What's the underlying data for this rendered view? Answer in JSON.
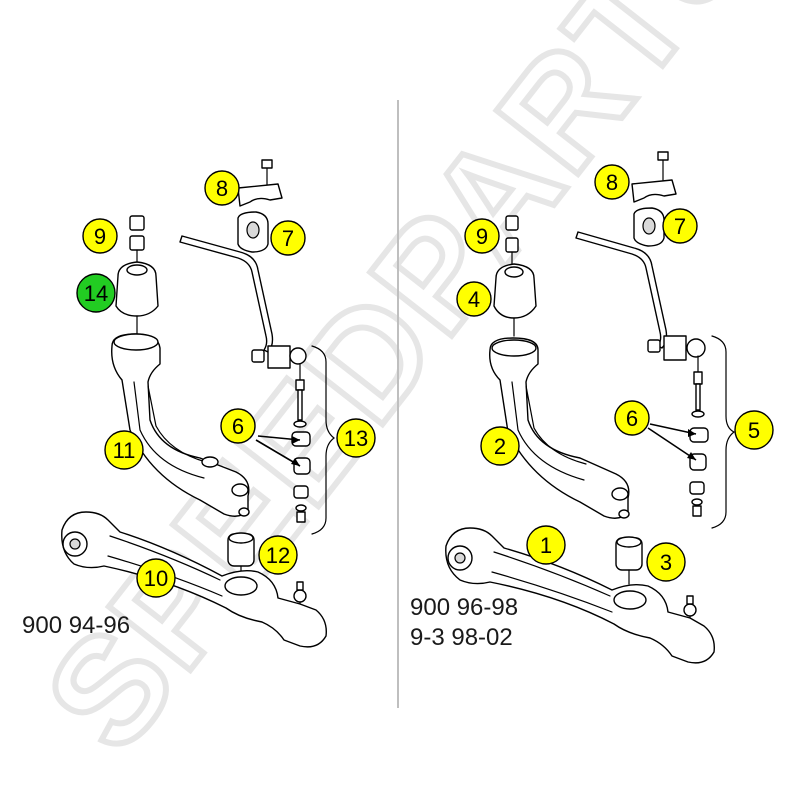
{
  "watermark": "SPEEDPARTS",
  "colors": {
    "callout_fill": "#ffff00",
    "callout_highlight_fill": "#22cc22",
    "line": "#000000",
    "divider": "#bfbfbf",
    "watermark": "#e6e6e6"
  },
  "panels": {
    "left": {
      "model_lines": [
        "900 94-96"
      ],
      "callouts": {
        "c8": "8",
        "c7": "7",
        "c9": "9",
        "c14": "14",
        "c6": "6",
        "c13": "13",
        "c11": "11",
        "c12": "12",
        "c10": "10"
      }
    },
    "right": {
      "model_lines": [
        "900 96-98",
        "9-3  98-02"
      ],
      "callouts": {
        "c8": "8",
        "c7": "7",
        "c9": "9",
        "c4": "4",
        "c6": "6",
        "c5": "5",
        "c2": "2",
        "c1": "1",
        "c3": "3"
      }
    }
  }
}
